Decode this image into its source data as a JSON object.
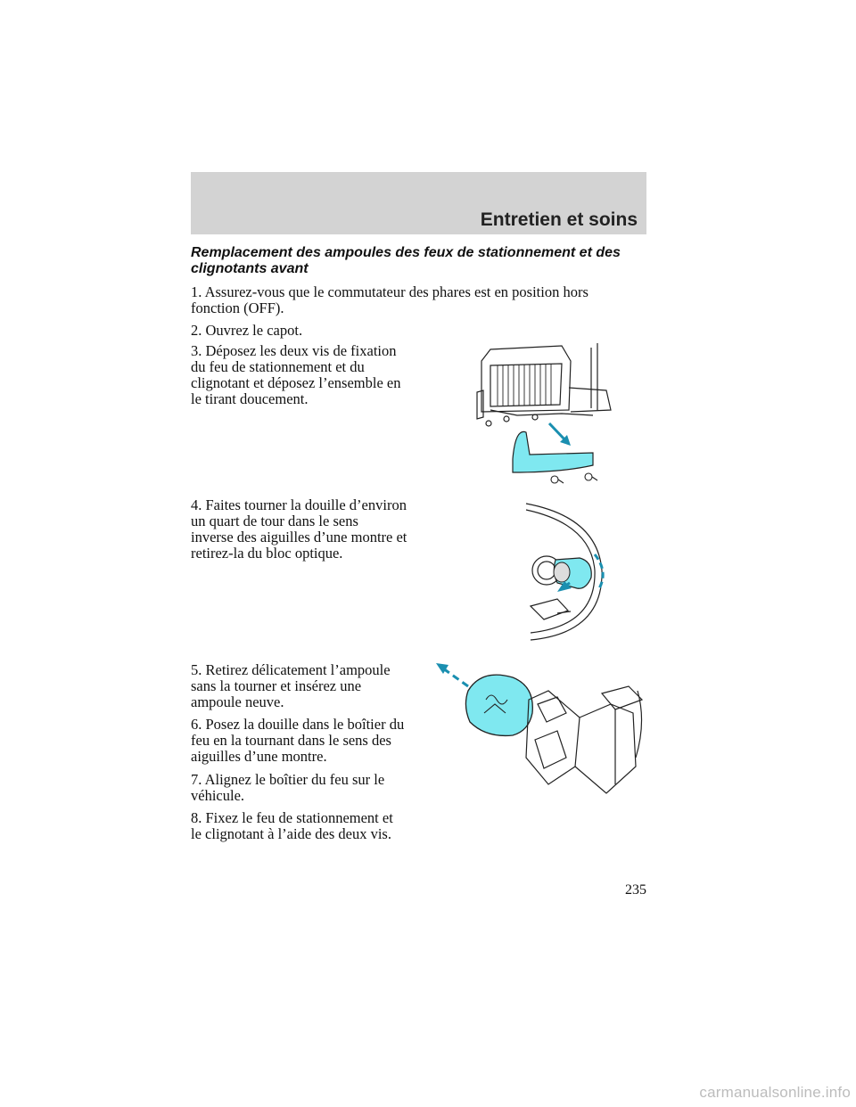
{
  "header": {
    "title": "Entretien et soins"
  },
  "section": {
    "title_line1": "Remplacement des ampoules des feux de stationnement et des",
    "title_line2": "clignotants avant"
  },
  "steps": [
    {
      "line1": "1. Assurez-vous que le commutateur des phares est en position hors",
      "line2": "fonction (OFF)."
    },
    {
      "line1": "2. Ouvrez le capot."
    },
    {
      "line1": "3. Déposez les deux vis de fixation",
      "line2": "du feu de stationnement et du",
      "line3": "clignotant et déposez l’ensemble en",
      "line4": "le tirant doucement."
    },
    {
      "line1": "4. Faites tourner la douille d’environ",
      "line2": "un quart de tour dans le sens",
      "line3": "inverse des aiguilles d’une montre et",
      "line4": "retirez-la du bloc optique."
    },
    {
      "line1": "5. Retirez délicatement l’ampoule",
      "line2": "sans la tourner et insérez une",
      "line3": "ampoule neuve."
    },
    {
      "line1": "6. Posez la douille dans le boîtier du",
      "line2": "feu en la tournant dans le sens des",
      "line3": "aiguilles d’une montre."
    },
    {
      "line1": "7. Alignez le boîtier du feu sur le",
      "line2": "véhicule."
    },
    {
      "line1": "8. Fixez le feu de stationnement et",
      "line2": "le clignotant à l’aide des deux vis."
    }
  ],
  "page_number": "235",
  "footer": {
    "url": "carmanualsonline.info"
  },
  "colors": {
    "accent": "#7fe8f0",
    "header_band": "#d3d3d3"
  }
}
